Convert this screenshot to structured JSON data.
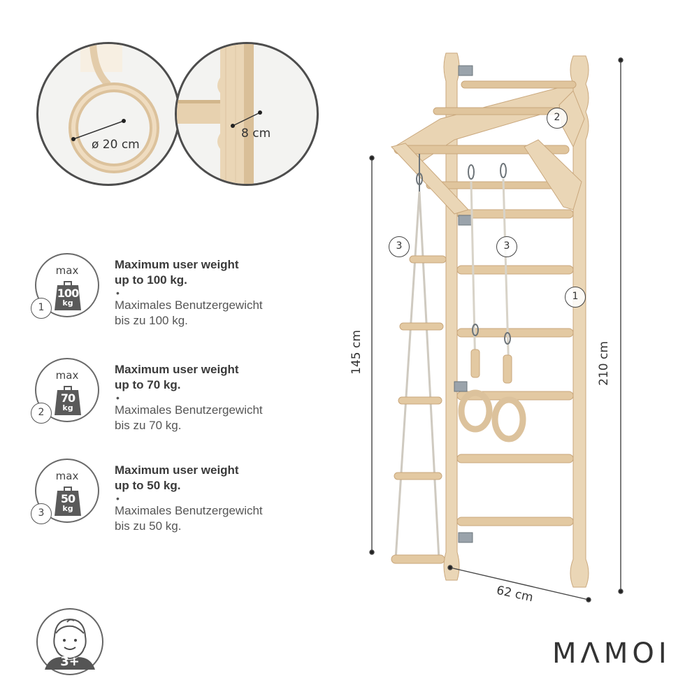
{
  "details": {
    "ring_diameter": "ø 20 cm",
    "bar_width": "8 cm"
  },
  "weights": [
    {
      "badge": "1",
      "max": "max",
      "value": "100",
      "unit": "kg",
      "en_line1": "Maximum user weight",
      "en_line2": "up to 100 kg.",
      "bullet": "•",
      "de_line1": "Maximales Benutzergewicht",
      "de_line2": "bis zu 100 kg."
    },
    {
      "badge": "2",
      "max": "max",
      "value": "70",
      "unit": "kg",
      "en_line1": "Maximum user weight",
      "en_line2": "up to 70 kg.",
      "bullet": "•",
      "de_line1": "Maximales Benutzergewicht",
      "de_line2": "bis zu 70 kg."
    },
    {
      "badge": "3",
      "max": "max",
      "value": "50",
      "unit": "kg",
      "en_line1": "Maximum user weight",
      "en_line2": "up to 50 kg.",
      "bullet": "•",
      "de_line1": "Maximales Benutzergewicht",
      "de_line2": "bis zu 50 kg."
    }
  ],
  "markers": {
    "bar": "2",
    "ladder": "3",
    "rings": "3",
    "wall": "1"
  },
  "dimensions": {
    "height_total": "210 cm",
    "height_ladder": "145 cm",
    "width": "62 cm"
  },
  "age": {
    "label": "3+"
  },
  "brand": {
    "name": "MΛMOI"
  },
  "colors": {
    "wood": "#e8d2b2",
    "wood_dark": "#c9a77c",
    "weight_icon": "#5a5a5a",
    "text": "#3a3a3a"
  }
}
